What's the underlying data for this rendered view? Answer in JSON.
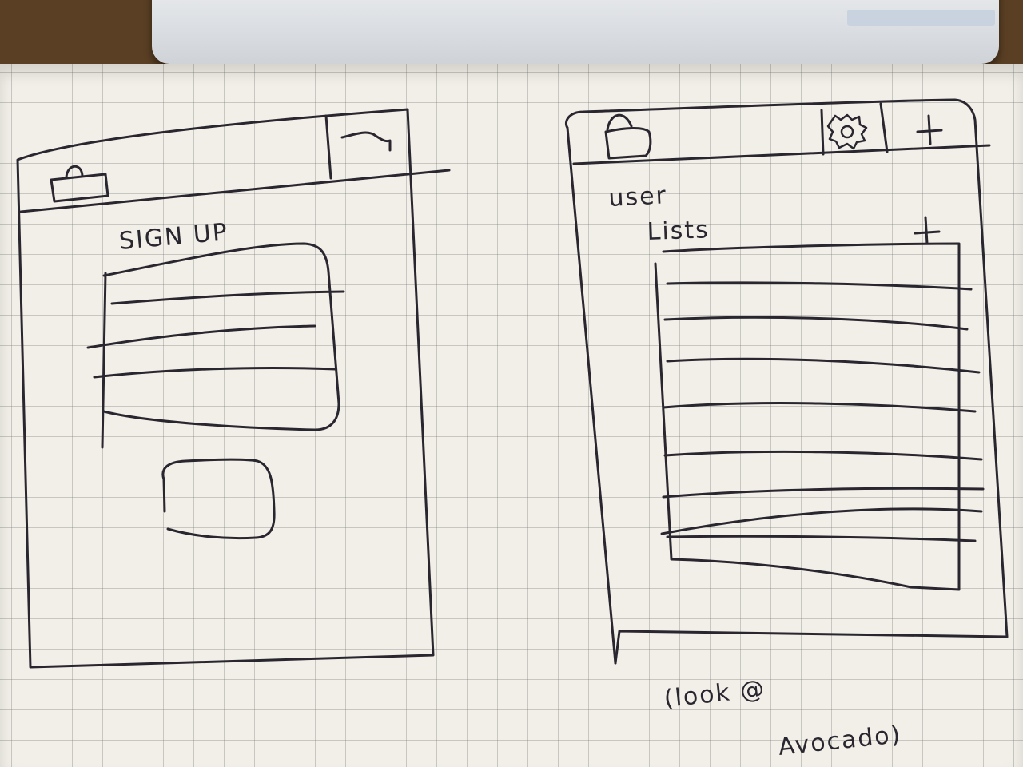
{
  "signup_screen": {
    "title": "SIGN UP"
  },
  "user_lists_screen": {
    "title_line1": "user",
    "title_line2": "Lists",
    "add_label": "+",
    "list_item_count": 8
  },
  "note": {
    "line1": "(look @",
    "line2": "Avocado)"
  },
  "colors": {
    "ink": "#2a2630",
    "paper": "#f1efe7",
    "grid": "#9a9a9a"
  }
}
